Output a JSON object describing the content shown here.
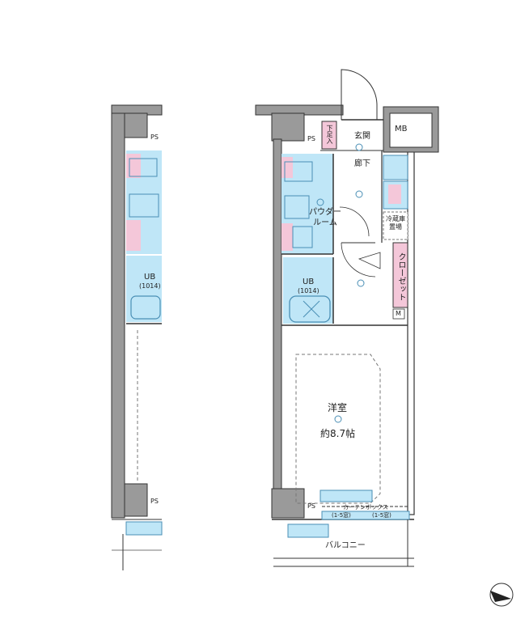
{
  "labels": {
    "ps": "PS",
    "mb": "MB",
    "genkan": "玄関",
    "getabako": "下足入",
    "rouka": "廊下",
    "powder_room": "パウダールーム",
    "ub": "UB",
    "ub_size": "(1014)",
    "reizoko": "冷蔵庫置場",
    "closet": "クローゼット",
    "m": "M",
    "youshitsu": "洋室",
    "youshitsu_size": "約8.7帖",
    "curtain_box": "カーテンボックス",
    "window_1": "(1-5窓)",
    "window_2": "(1-5窓)",
    "balcony": "バルコニー"
  },
  "colors": {
    "wall": "#9a9a9a",
    "wall_line": "#333333",
    "wet_area": "#bfe6f7",
    "storage": "#f4c7d9",
    "fixture_line": "#4a8fb5",
    "room_dash": "#777777"
  },
  "icons": [
    "ceiling-light-icon",
    "compass-icon",
    "outlet-icon"
  ]
}
